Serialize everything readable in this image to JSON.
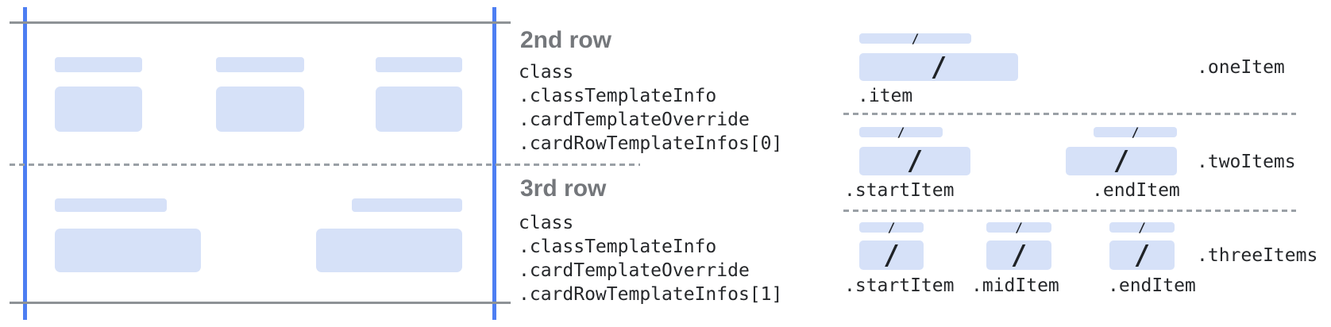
{
  "palette": {
    "bar_fill": "#d6e1f8",
    "guide_blue": "#4d7ef2",
    "rule_gray": "#8e9296",
    "dash_gray": "#9aa0a6",
    "heading_gray": "#74777b",
    "code_text": "#26282b",
    "slash_ink": "#1f2226"
  },
  "slash": "/",
  "annotations": [
    {
      "heading": "2nd row",
      "lines": [
        "class",
        ".classTemplateInfo",
        ".cardTemplateOverride",
        ".cardRowTemplateInfos[0]"
      ]
    },
    {
      "heading": "3rd row",
      "lines": [
        "class",
        ".classTemplateInfo",
        ".cardTemplateOverride",
        ".cardRowTemplateInfos[1]"
      ]
    }
  ],
  "layouts": [
    {
      "name": ".oneItem",
      "items": [
        ".item"
      ]
    },
    {
      "name": ".twoItems",
      "items": [
        ".startItem",
        ".endItem"
      ]
    },
    {
      "name": ".threeItems",
      "items": [
        ".startItem",
        ".midItem",
        ".endItem"
      ]
    }
  ]
}
